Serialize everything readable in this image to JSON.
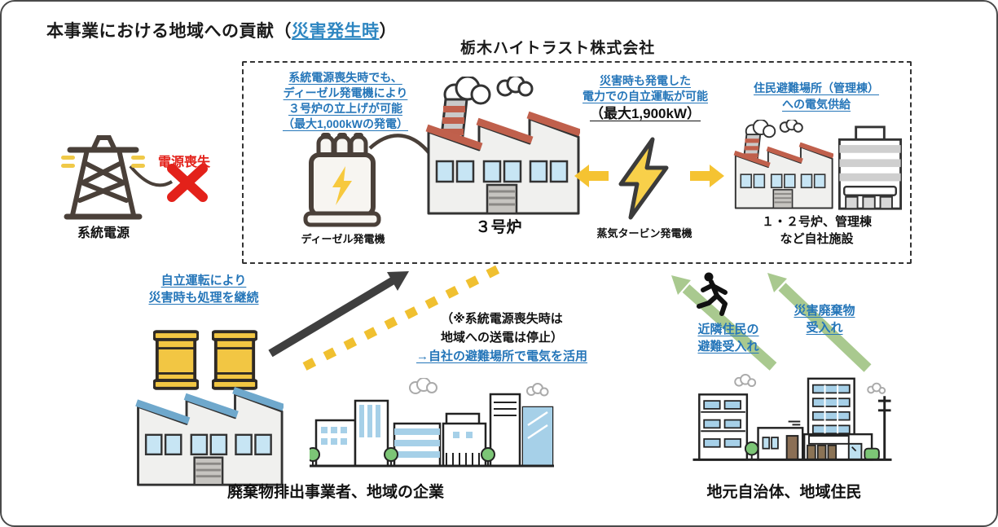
{
  "title": {
    "prefix": "本事業における地域への貢献（",
    "accent": "災害発生時",
    "suffix": "）"
  },
  "company": "栃木ハイトラスト株式会社",
  "grid": {
    "label": "系統電源",
    "loss_label": "電源喪失"
  },
  "plant": {
    "diesel_label": "ディーゼル発電機",
    "furnace3_label": "３号炉",
    "turbine_label": "蒸気タービン発電機",
    "facilities_line1": "１・２号炉、管理棟",
    "facilities_line2": "など自社施設"
  },
  "notes": {
    "diesel": [
      "系統電源喪失時でも、",
      "ディーゼル発電機により",
      "３号炉の立上げが可能",
      "（最大1,000kWの発電）"
    ],
    "turbine": [
      "災害時も発電した",
      "電力での自立運転が可能"
    ],
    "turbine_capacity": "（最大1,900kW）",
    "supply": [
      "住民避難場所（管理棟）",
      "への電気供給"
    ],
    "continuity": [
      "自立運転により",
      "災害時も処理を継続"
    ],
    "grid_stop": [
      "（※系統電源喪失時は",
      "地域への送電は停止）"
    ],
    "grid_stop_blue": "→自社の避難場所で電気を活用",
    "evacuation": [
      "近隣住民の",
      "避難受入れ"
    ],
    "waste": [
      "災害廃棄物",
      "受入れ"
    ]
  },
  "bottom": {
    "companies_label": "廃棄物排出事業者、地域の企業",
    "residents_label": "地元自治体、地域住民"
  },
  "icons": {
    "grid": "transmission-tower-icon",
    "power_loss": "red-x-icon",
    "diesel": "generator-icon",
    "furnace3": "factory-icon",
    "turbine": "lightning-bolt-icon",
    "facilities": "factory-and-office-icon",
    "waste_drums": "drum-barrels-icon",
    "companies": "factory-and-city-icon",
    "residents": "town-buildings-icon",
    "evacuee": "running-person-icon"
  },
  "colors": {
    "accent_blue": "#2576B9",
    "title_accent": "#2E86C1",
    "alert_red": "#E3211A",
    "power_yellow": "#F5C332",
    "flow_green": "#A9C98F"
  }
}
